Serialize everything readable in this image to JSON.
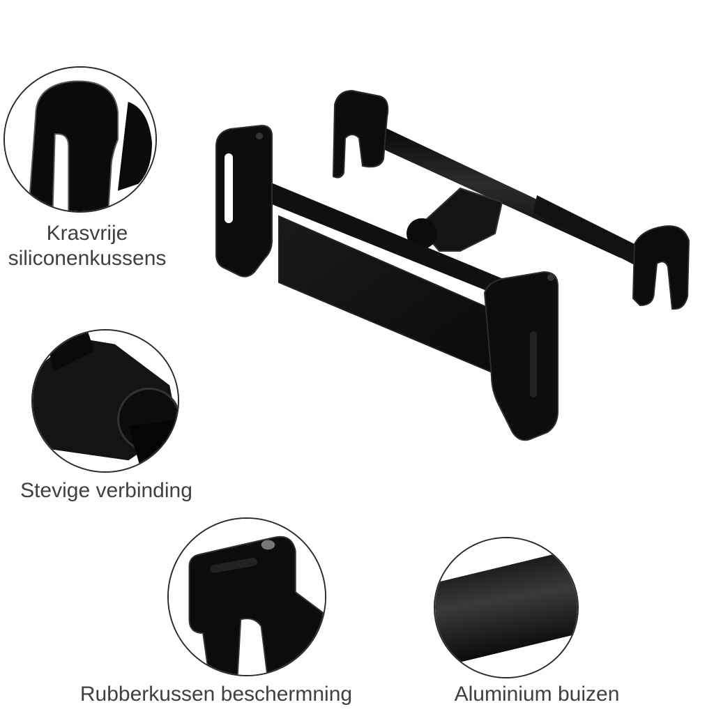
{
  "product": {
    "name": "tablet-headrest-mount",
    "color": "#111111"
  },
  "features": [
    {
      "id": "silicone-pads",
      "label_line1": "Krasvrije",
      "label_line2": "siliconenkussens"
    },
    {
      "id": "sturdy-joint",
      "label": "Stevige verbinding"
    },
    {
      "id": "rubber-protection",
      "label": "Rubberkussen beschermning"
    },
    {
      "id": "aluminium-tubes",
      "label": "Aluminium buizen"
    }
  ],
  "colors": {
    "background": "#ffffff",
    "text": "#404040",
    "circle_border": "#2a2a2a",
    "product_black": "#111111",
    "product_highlight": "#3a3a3a"
  }
}
